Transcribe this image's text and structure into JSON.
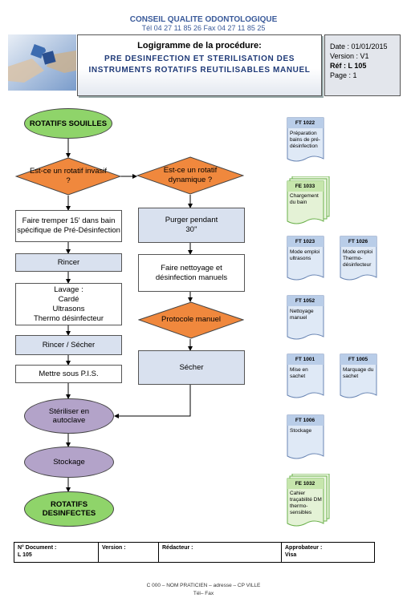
{
  "header": {
    "organization": "CONSEIL QUALITE ODONTOLOGIQUE",
    "contact": "Tél 04 27 11 85 26   Fax 04 27 11 85 25",
    "title": "Logigramme de la procédure:",
    "subtitle": "PRE DESINFECTION ET STERILISATION DES INSTRUMENTS ROTATIFS REUTILISABLES MANUEL"
  },
  "info": {
    "date": "Date : 01/01/2015",
    "version": "Version : V1",
    "ref": "Réf : L 105",
    "page": "Page : 1"
  },
  "flow": {
    "start": "ROTATIFS SOUILLES",
    "decision_invasive": "Est-ce un rotatif invasif ?",
    "decision_dynamic": "Est-ce un rotatif dynamique ?",
    "soak": "Faire tremper 15' dans bain spécifique de Pré-Désinfection",
    "rinse": "Rincer",
    "wash": "Lavage :\nCardé\nUltrasons\nThermo désinfecteur",
    "rinse_dry": "Rincer / Sécher",
    "pis": "Mettre sous P.I.S.",
    "purge": "Purger pendant 30''",
    "manual_clean": "Faire nettoyage et désinfection manuels",
    "manual_protocol": "Protocole manuel",
    "dry": "Sécher",
    "autoclave": "Stériliser en autoclave",
    "storage": "Stockage",
    "end": "ROTATIFS DESINFECTES"
  },
  "documents": [
    {
      "code": "FT 1022",
      "text": "Préparation bains de pré-désinfection",
      "type": "FT"
    },
    {
      "code": "FE 1033",
      "text": "Chargement du bain",
      "type": "FE"
    },
    {
      "code": "FT 1023",
      "text": "Mode emploi ultrasons",
      "type": "FT"
    },
    {
      "code": "FT 1026",
      "text": "Mode emploi Thermo-désinfecteur",
      "type": "FT"
    },
    {
      "code": "FT 1052",
      "text": "Nettoyage manuel",
      "type": "FT"
    },
    {
      "code": "FT 1001",
      "text": "Mise en sachet",
      "type": "FT"
    },
    {
      "code": "FT 1005",
      "text": "Marquage du sachet",
      "type": "FT"
    },
    {
      "code": "FT 1006",
      "text": "Stockage",
      "type": "FT"
    },
    {
      "code": "FE 1032",
      "text": "Cahier traçabilité DM thermo-sensibles",
      "type": "FE"
    }
  ],
  "footer": {
    "doc_number_label": "N° Document :",
    "doc_number_value": "L 105",
    "version_label": "Version :",
    "redacteur_label": "Rédacteur :",
    "approbateur_label": "Approbateur :",
    "approbateur_visa": "Visa",
    "line1": "C 000 – NOM PRATICIEN – adresse – CP VILLE",
    "line2": "Tél– Fax"
  },
  "colors": {
    "green": "#8fd46a",
    "orange": "#f0883d",
    "purple": "#b3a3c9",
    "light_blue": "#d9e1ef",
    "doc_ft": "#dfe9f6",
    "doc_fe": "#e4f2d6"
  }
}
